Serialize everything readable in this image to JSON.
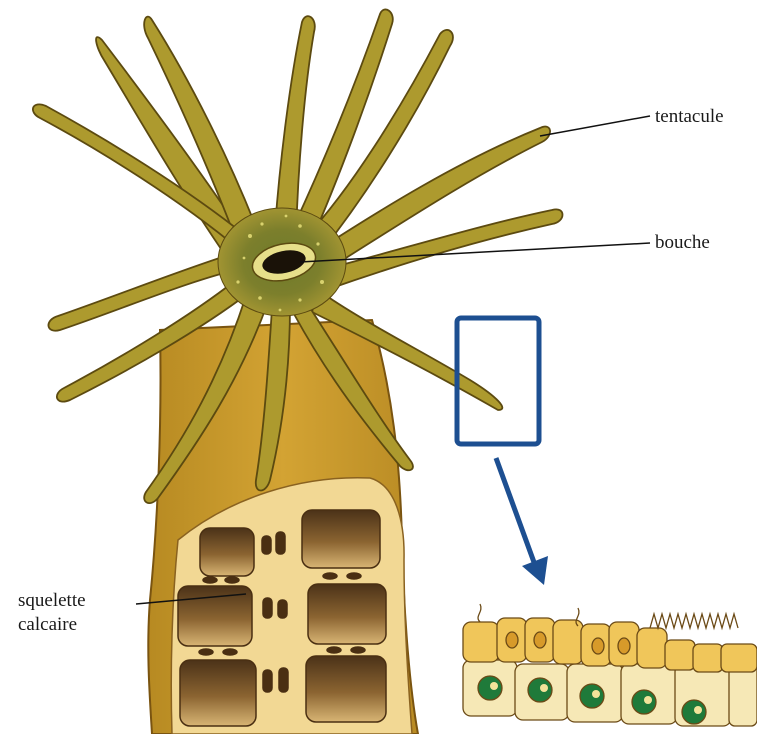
{
  "labels": {
    "tentacle": "tentacule",
    "mouth": "bouche",
    "skeleton_line1": "squelette",
    "skeleton_line2": "calcaire"
  },
  "colors": {
    "tentacle_fill": "#b09a2c",
    "tentacle_highlight": "#d8c25a",
    "body_fill": "#c99a2a",
    "body_edge": "#8a5f12",
    "skeleton_fill": "#f3d89a",
    "skeleton_block": "#7a5524",
    "zoom_box": "#1d4f91",
    "cell_fill": "#f6e7b2",
    "cell_top": "#e8b23a",
    "nucleus": "#1f7a3a"
  }
}
